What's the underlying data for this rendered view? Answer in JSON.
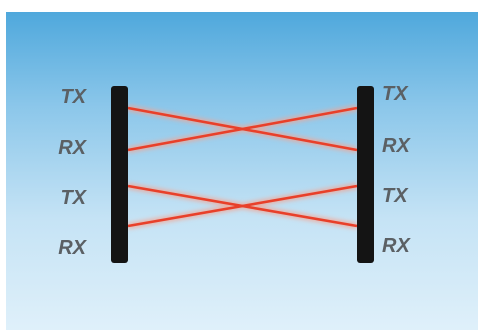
{
  "left_post": {
    "labels": [
      "TX",
      "RX",
      "TX",
      "RX"
    ]
  },
  "right_post": {
    "labels": [
      "TX",
      "RX",
      "TX",
      "RX"
    ]
  },
  "colors": {
    "beam": "#e8402a",
    "beam_glow": "#f7a38f",
    "post": "#141414",
    "label": "#5b6064",
    "background_top": "#4fa8dc",
    "background_bottom": "#dff0fa"
  }
}
